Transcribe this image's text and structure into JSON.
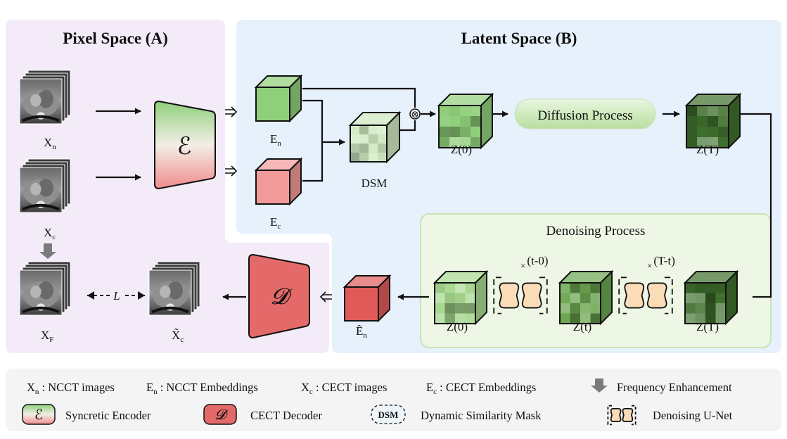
{
  "panels": {
    "pixel_title": "Pixel Space (A)",
    "latent_title": "Latent Space (B)"
  },
  "labels": {
    "xn": {
      "main": "X",
      "sub": "n"
    },
    "xc": {
      "main": "X",
      "sub": "c"
    },
    "xf": {
      "main": "X",
      "sub": "F"
    },
    "xc_tilde": {
      "main": "X̃",
      "sub": "c"
    },
    "en": {
      "main": "E",
      "sub": "n"
    },
    "ec": {
      "main": "E",
      "sub": "c"
    },
    "en_tilde": {
      "main": "Ẽ",
      "sub": "n"
    },
    "encoder_symbol": "ℰ",
    "decoder_symbol": "𝓓",
    "dsm": "DSM",
    "z0": "Z(0)",
    "zT": "Z(T)",
    "z0_bottom": "Z(0)",
    "zt_bottom": "Z(t)",
    "zT_bottom": "Z(T)",
    "diffusion": "Diffusion Process",
    "denoising": "Denoising Process",
    "loss": "L",
    "mult1": "(t-0)",
    "mult2": "(T-t)",
    "times": "×",
    "otimes": "⊗"
  },
  "legend": {
    "row1": [
      {
        "main": "X",
        "sub": "n",
        "text": " : NCCT images"
      },
      {
        "main": "E",
        "sub": "n",
        "text": " : NCCT Embeddings"
      },
      {
        "main": "X",
        "sub": "c",
        "text": " : CECT images"
      },
      {
        "main": "E",
        "sub": "c",
        "text": " : CECT Embeddings"
      }
    ],
    "freq": "Frequency Enhancement",
    "encoder": "Syncretic Encoder",
    "decoder": "CECT Decoder",
    "dsm_badge": "DSM",
    "dsm": "Dynamic Similarity Mask",
    "unet": "Denoising U-Net"
  },
  "colors": {
    "pixel_bg": "#f3ecf8",
    "latent_bg": "#e6f1fb",
    "denoise_bg": "#eef6e6",
    "legend_bg": "#f4f4f4",
    "green_light": "#8fcf7a",
    "green_dark": "#3e6f2c",
    "red_cube": "#f29a9a",
    "red_dark": "#e05a5a",
    "decoder": "#e46a6a",
    "unet": "#fbdcb8"
  }
}
